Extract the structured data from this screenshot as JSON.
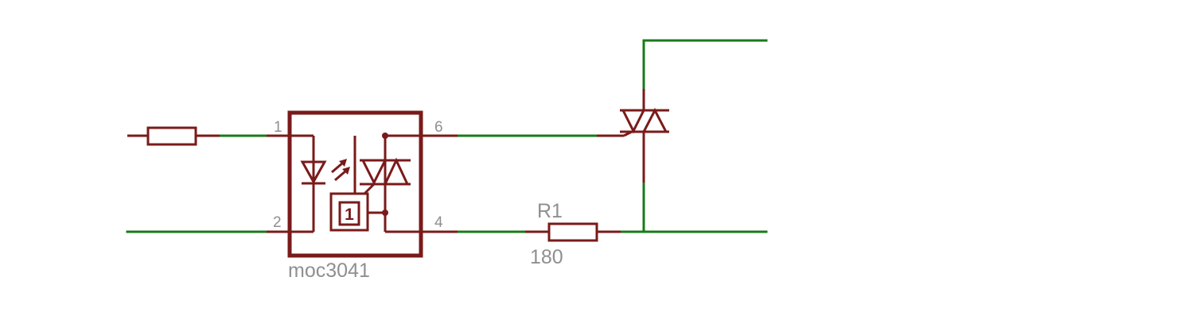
{
  "optocoupler": {
    "name": "moc3041",
    "pins": {
      "p1": "1",
      "p2": "2",
      "p4": "4",
      "p6": "6"
    },
    "zero_cross_symbol": "1"
  },
  "resistor_r1": {
    "designator": "R1",
    "value": "180"
  },
  "colors": {
    "wire": "#1a7a1a",
    "part": "#7a1a1a",
    "label": "#8f8f8f"
  }
}
